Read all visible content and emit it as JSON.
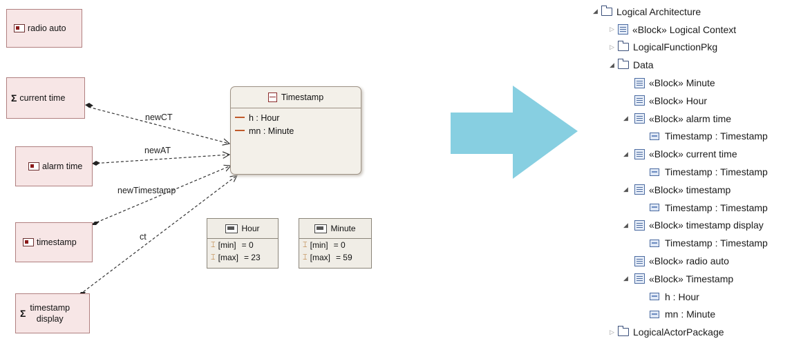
{
  "diagram": {
    "blocks": {
      "radio_auto": "radio auto",
      "current_time": "current time",
      "alarm_time": "alarm time",
      "timestamp": "timestamp",
      "timestamp_display_line1": "timestamp",
      "timestamp_display_line2": "display"
    },
    "timestamp_class": {
      "title": "Timestamp",
      "attributes": [
        "h : Hour",
        "mn : Minute"
      ]
    },
    "datatypes": [
      {
        "name": "Hour",
        "min_label": "[min]",
        "min_value": "= 0",
        "max_label": "[max]",
        "max_value": "= 23"
      },
      {
        "name": "Minute",
        "min_label": "[min]",
        "min_value": "= 0",
        "max_label": "[max]",
        "max_value": "= 59"
      }
    ],
    "connectors": {
      "newCT": "newCT",
      "newAT": "newAT",
      "newTimestamp": "newTimestamp",
      "ct": "ct"
    },
    "arrow_color": "#87cfe1"
  },
  "tree": {
    "items": [
      {
        "label": "Logical Architecture"
      },
      {
        "label": "«Block» Logical Context"
      },
      {
        "label": "LogicalFunctionPkg"
      },
      {
        "label": "Data"
      },
      {
        "label": "«Block» Minute"
      },
      {
        "label": "«Block» Hour"
      },
      {
        "label": "«Block» alarm time"
      },
      {
        "label": "Timestamp : Timestamp"
      },
      {
        "label": "«Block» current time"
      },
      {
        "label": "Timestamp : Timestamp"
      },
      {
        "label": "«Block» timestamp"
      },
      {
        "label": "Timestamp : Timestamp"
      },
      {
        "label": "«Block» timestamp display"
      },
      {
        "label": "Timestamp : Timestamp"
      },
      {
        "label": "«Block» radio auto"
      },
      {
        "label": "«Block» Timestamp"
      },
      {
        "label": "h : Hour"
      },
      {
        "label": "mn : Minute"
      },
      {
        "label": "LogicalActorPackage"
      }
    ]
  }
}
